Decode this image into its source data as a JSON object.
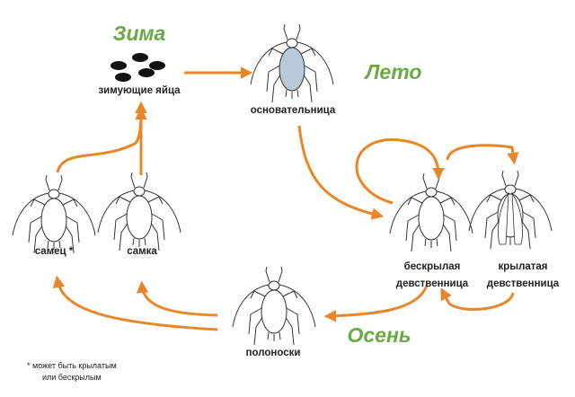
{
  "seasons": {
    "winter": "Зима",
    "summer": "Лето",
    "autumn": "Осень"
  },
  "stages": {
    "eggs": "зимующие яйца",
    "fundatrix": "основательница",
    "apterous_line1": "бескрылая",
    "apterous_line2": "девственница",
    "alate_line1": "крылатая",
    "alate_line2": "девственница",
    "sexupara": "полоноски",
    "male": "самец *",
    "female": "самка"
  },
  "footnote": {
    "line1": "* может быть крылатым",
    "line2": "или бескрылым"
  },
  "colors": {
    "arrow": "#e8872a",
    "season": "#6aaa45",
    "fundatrix_fill": "#b9c9d8"
  }
}
